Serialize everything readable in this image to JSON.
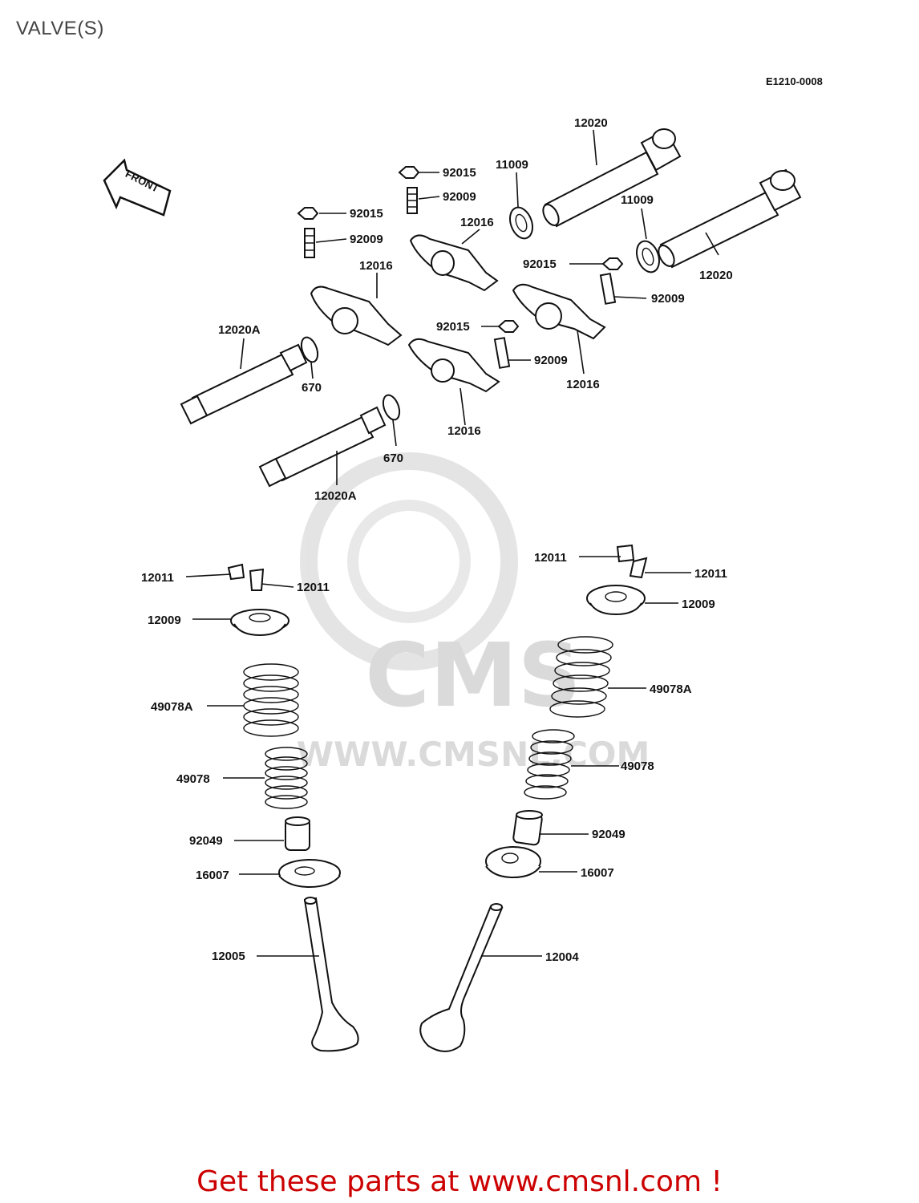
{
  "page": {
    "title": "VALVE(S)",
    "code": "E1210-0008"
  },
  "front_arrow": {
    "label": "FRONT"
  },
  "watermark": {
    "text": "WWW.CMSNL.COM",
    "logo_text": "CMS"
  },
  "labels": {
    "p12020_top": "12020",
    "p12020_right": "12020",
    "p11009_a": "11009",
    "p11009_b": "11009",
    "p92015_a": "92015",
    "p92009_a": "92009",
    "p92015_b": "92015",
    "p92009_b": "92009",
    "p12016_a": "12016",
    "p12016_b": "12016",
    "p92015_c": "92015",
    "p92009_c": "92009",
    "p92015_d": "92015",
    "p92009_d": "92009",
    "p12016_c": "12016",
    "p12016_d": "12016",
    "p12020A_a": "12020A",
    "p670_a": "670",
    "p670_b": "670",
    "p12020A_b": "12020A",
    "p12011_l1": "12011",
    "p12011_l2": "12011",
    "p12011_r1": "12011",
    "p12011_r2": "12011",
    "p12009_l": "12009",
    "p12009_r": "12009",
    "p49078A_l": "49078A",
    "p49078A_r": "49078A",
    "p49078_l": "49078",
    "p49078_r": "49078",
    "p92049_l": "92049",
    "p92049_r": "92049",
    "p16007_l": "16007",
    "p16007_r": "16007",
    "p12005": "12005",
    "p12004": "12004"
  },
  "footer": {
    "text": "Get these parts at www.cmsnl.com !",
    "color": "#cc0000"
  }
}
